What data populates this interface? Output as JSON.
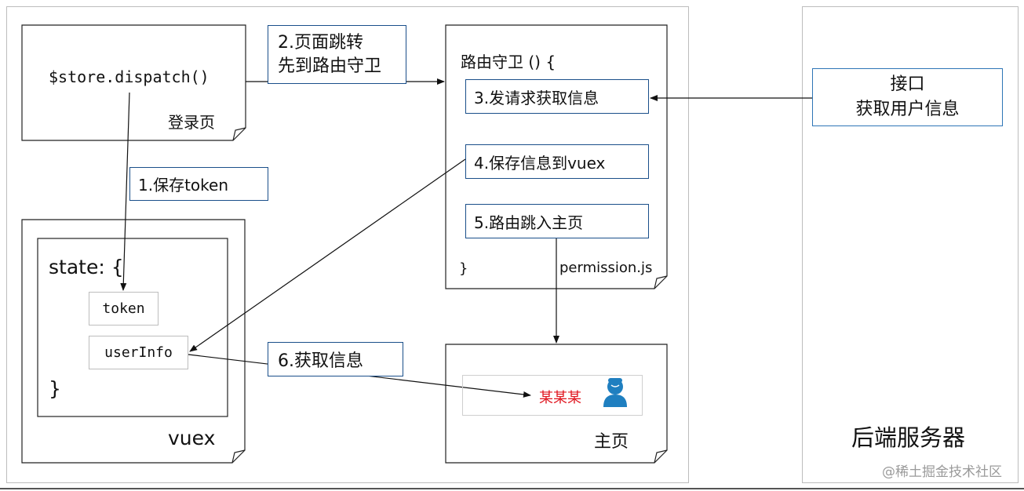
{
  "frontend": {
    "login_page": {
      "code": "$store.dispatch()",
      "title": "登录页"
    },
    "router_guard": {
      "open": "路由守卫 () {",
      "close": "}",
      "file": "permission.js"
    },
    "steps": {
      "s1": "1.保存token",
      "s2_line1": "2.页面跳转",
      "s2_line2": "先到路由守卫",
      "s3": "3.发请求获取信息",
      "s4": "4.保存信息到vuex",
      "s5": "5.路由跳入主页",
      "s6": "6.获取信息"
    },
    "vuex": {
      "state_open": "state: {",
      "state_close": "}",
      "token": "token",
      "user_info": "userInfo",
      "title": "vuex"
    },
    "home_page": {
      "user_name": "某某某",
      "title": "主页"
    }
  },
  "backend": {
    "api_line1": "接口",
    "api_line2": "获取用户信息",
    "title": "后端服务器"
  },
  "watermark": "@稀土掘金技术社区",
  "colors": {
    "user_name": "#e0141e",
    "step_border": "#1a4f8a",
    "user_icon": "#1f7fc0"
  }
}
